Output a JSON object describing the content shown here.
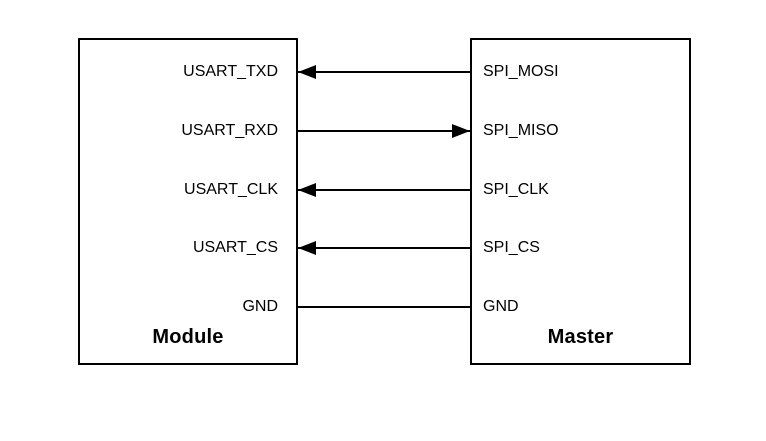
{
  "diagram": {
    "background_color": "#ffffff",
    "line_color": "#000000",
    "left_box": {
      "title": "Module"
    },
    "right_box": {
      "title": "Master"
    },
    "connections": [
      {
        "left_label": "USART_TXD",
        "right_label": "SPI_MOSI",
        "direction": "left"
      },
      {
        "left_label": "USART_RXD",
        "right_label": "SPI_MISO",
        "direction": "right"
      },
      {
        "left_label": "USART_CLK",
        "right_label": "SPI_CLK",
        "direction": "left"
      },
      {
        "left_label": "USART_CS",
        "right_label": "SPI_CS",
        "direction": "left"
      },
      {
        "left_label": "GND",
        "right_label": "GND",
        "direction": "none"
      }
    ]
  }
}
